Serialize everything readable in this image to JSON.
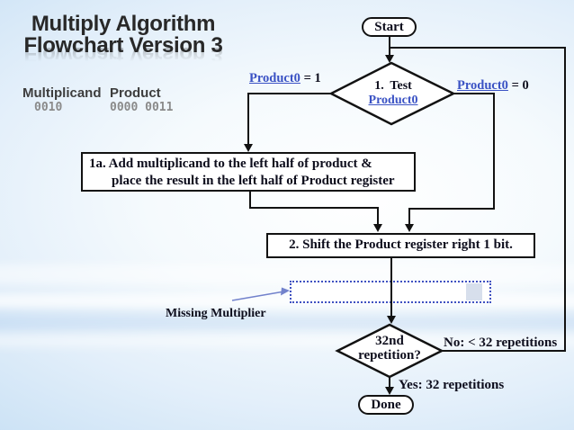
{
  "slide_title": {
    "line1": "Multiply Algorithm",
    "line2": "Flowchart Version 3"
  },
  "registers": {
    "multiplicand_label": "Multiplicand",
    "product_label": "Product",
    "multiplicand_value": "0010",
    "product_value": "0000 0011"
  },
  "flowchart": {
    "start_label": "Start",
    "decision1": {
      "line1": "1.  Test",
      "link": "Product0"
    },
    "branch_left": {
      "link": "Product0",
      "rest": " = 1"
    },
    "branch_right": {
      "link": "Product0",
      "rest": " = 0"
    },
    "box1a": {
      "line1": "1a. Add multiplicand to the left half of product &",
      "line2": "place the result in the left half of Product register"
    },
    "box2_label": "2. Shift the Product register right 1 bit.",
    "decision2": {
      "line1": "32nd",
      "line2": "repetition?"
    },
    "no_label": "No: < 32 repetitions",
    "yes_label": "Yes: 32 repetitions",
    "done_label": "Done",
    "annotation": "Missing Multiplier"
  },
  "colors": {
    "link_blue": "#3a52c4",
    "annotation_arrow_blue": "#7282cc",
    "placeholder_border_blue": "#3f51c1",
    "connector_black": "#121212",
    "background_blue": "#aed0ee"
  }
}
